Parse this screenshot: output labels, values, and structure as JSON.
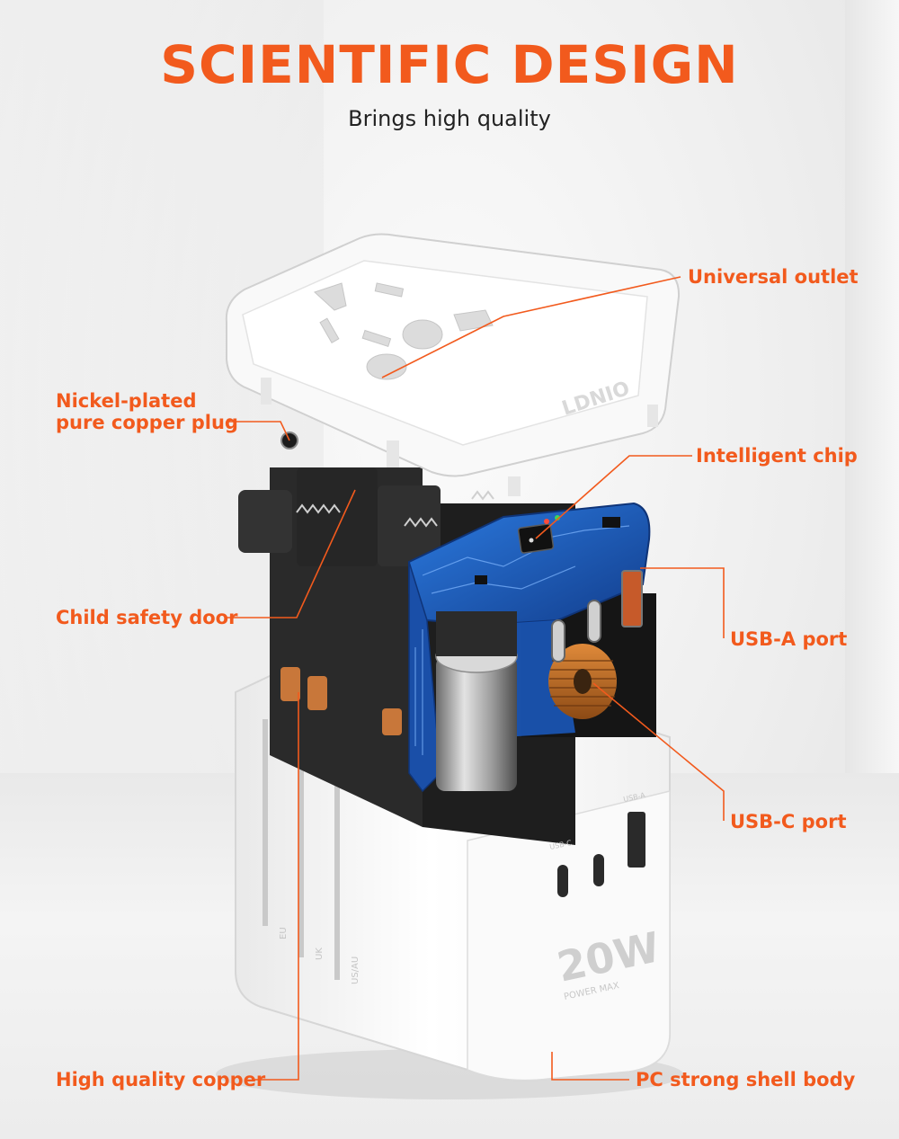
{
  "header": {
    "title": "SCIENTIFIC DESIGN",
    "subtitle": "Brings high quality"
  },
  "callouts": {
    "universal_outlet": "Universal outlet",
    "copper_plug_line1": "Nickel-plated",
    "copper_plug_line2": "pure copper plug",
    "intelligent_chip": "Intelligent chip",
    "child_safety_door": "Child safety door",
    "usb_a_port": "USB-A port",
    "usb_c_port": "USB-C port",
    "high_quality_copper": "High quality copper",
    "pc_shell_body": "PC strong shell body"
  },
  "product": {
    "brand": "LDNIO",
    "wattage": "20W",
    "power_max": "POWER MAX",
    "region_eu": "EU",
    "region_uk": "UK",
    "region_usau": "US/AU",
    "port_usbc": "USB-C",
    "port_usba": "USB-A"
  },
  "colors": {
    "accent": "#f25a1d",
    "pcb": "#1f5fbf",
    "shell": "#f7f7f7"
  }
}
